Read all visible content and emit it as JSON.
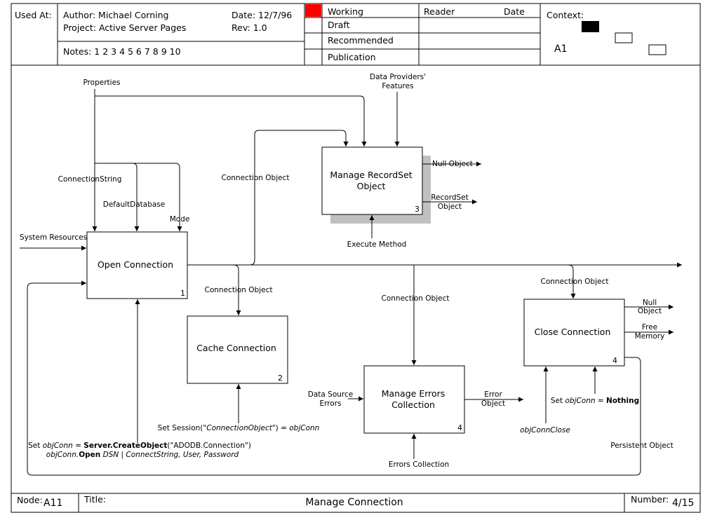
{
  "header": {
    "used_at_label": "Used At:",
    "author": "Author: Michael Corning",
    "project": "Project: Active Server Pages",
    "notes": "Notes: 1 2 3 4 5 6 7 8 9 10",
    "date": "Date: 12/7/96",
    "rev": "Rev: 1.0",
    "status_items": [
      "Working",
      "Draft",
      "Recommended",
      "Publication"
    ],
    "active_status": "Working",
    "active_color": "#ff0000",
    "reader_label": "Reader",
    "reader_date_label": "Date",
    "context_label": "Context:",
    "context_node": "A1"
  },
  "boxes": [
    {
      "id": "open",
      "label": "Open Connection",
      "number": "1"
    },
    {
      "id": "cache",
      "label": "Cache Connection",
      "number": "2"
    },
    {
      "id": "recordset",
      "label_lines": [
        "Manage RecordSet",
        "Object"
      ],
      "number": "3"
    },
    {
      "id": "errors",
      "label_lines": [
        "Manage Errors",
        "Collection"
      ],
      "number": "4"
    },
    {
      "id": "close",
      "label": "Close Connection",
      "number": "4"
    }
  ],
  "arrow_labels": {
    "properties": "Properties",
    "data_providers": [
      "Data Providers'",
      "Features"
    ],
    "connection_string": "ConnectionString",
    "default_database": "DefaultDatabase",
    "mode": "Mode",
    "system_resources": "System Resources",
    "connection_object_top": "Connection Object",
    "connection_object_cache": "Connection Object",
    "connection_object_errors": "Connection Object",
    "connection_object_close": "Connection Object",
    "null_object_rs": "Null Object",
    "recordset_object": [
      "RecordSet",
      "Object"
    ],
    "execute_method": "Execute Method",
    "null_object_close": [
      "Null",
      "Object"
    ],
    "free_memory": [
      "Free",
      "Memory"
    ],
    "data_source_errors": [
      "Data Source",
      "Errors"
    ],
    "error_object": [
      "Error",
      "Object"
    ],
    "errors_collection": "Errors Collection",
    "set_session": {
      "a": "Set Session(\"",
      "b": "ConnectionObject",
      "c": "\") = ",
      "d": "objConn"
    },
    "set_nothing": {
      "a": "Set ",
      "b": "objConn",
      "c": " = ",
      "d": "Nothing"
    },
    "objconn_close": "objConnClose",
    "persistent_object": "Persistent Object",
    "set_server_create": {
      "a": "Set ",
      "b": "objConn",
      "c": " = ",
      "d": "Server.CreateObject",
      "e": "(\"ADODB.Connection\")"
    },
    "objconn_open": {
      "a": "objConn",
      "b": ".",
      "c": "Open",
      "d": " DSN | ConnectString, User, Password"
    }
  },
  "footer": {
    "node_label": "Node:",
    "node_value": "A11",
    "title_label": "Title:",
    "title_value": "Manage Connection",
    "number_label": "Number:",
    "number_value": "4/15"
  }
}
